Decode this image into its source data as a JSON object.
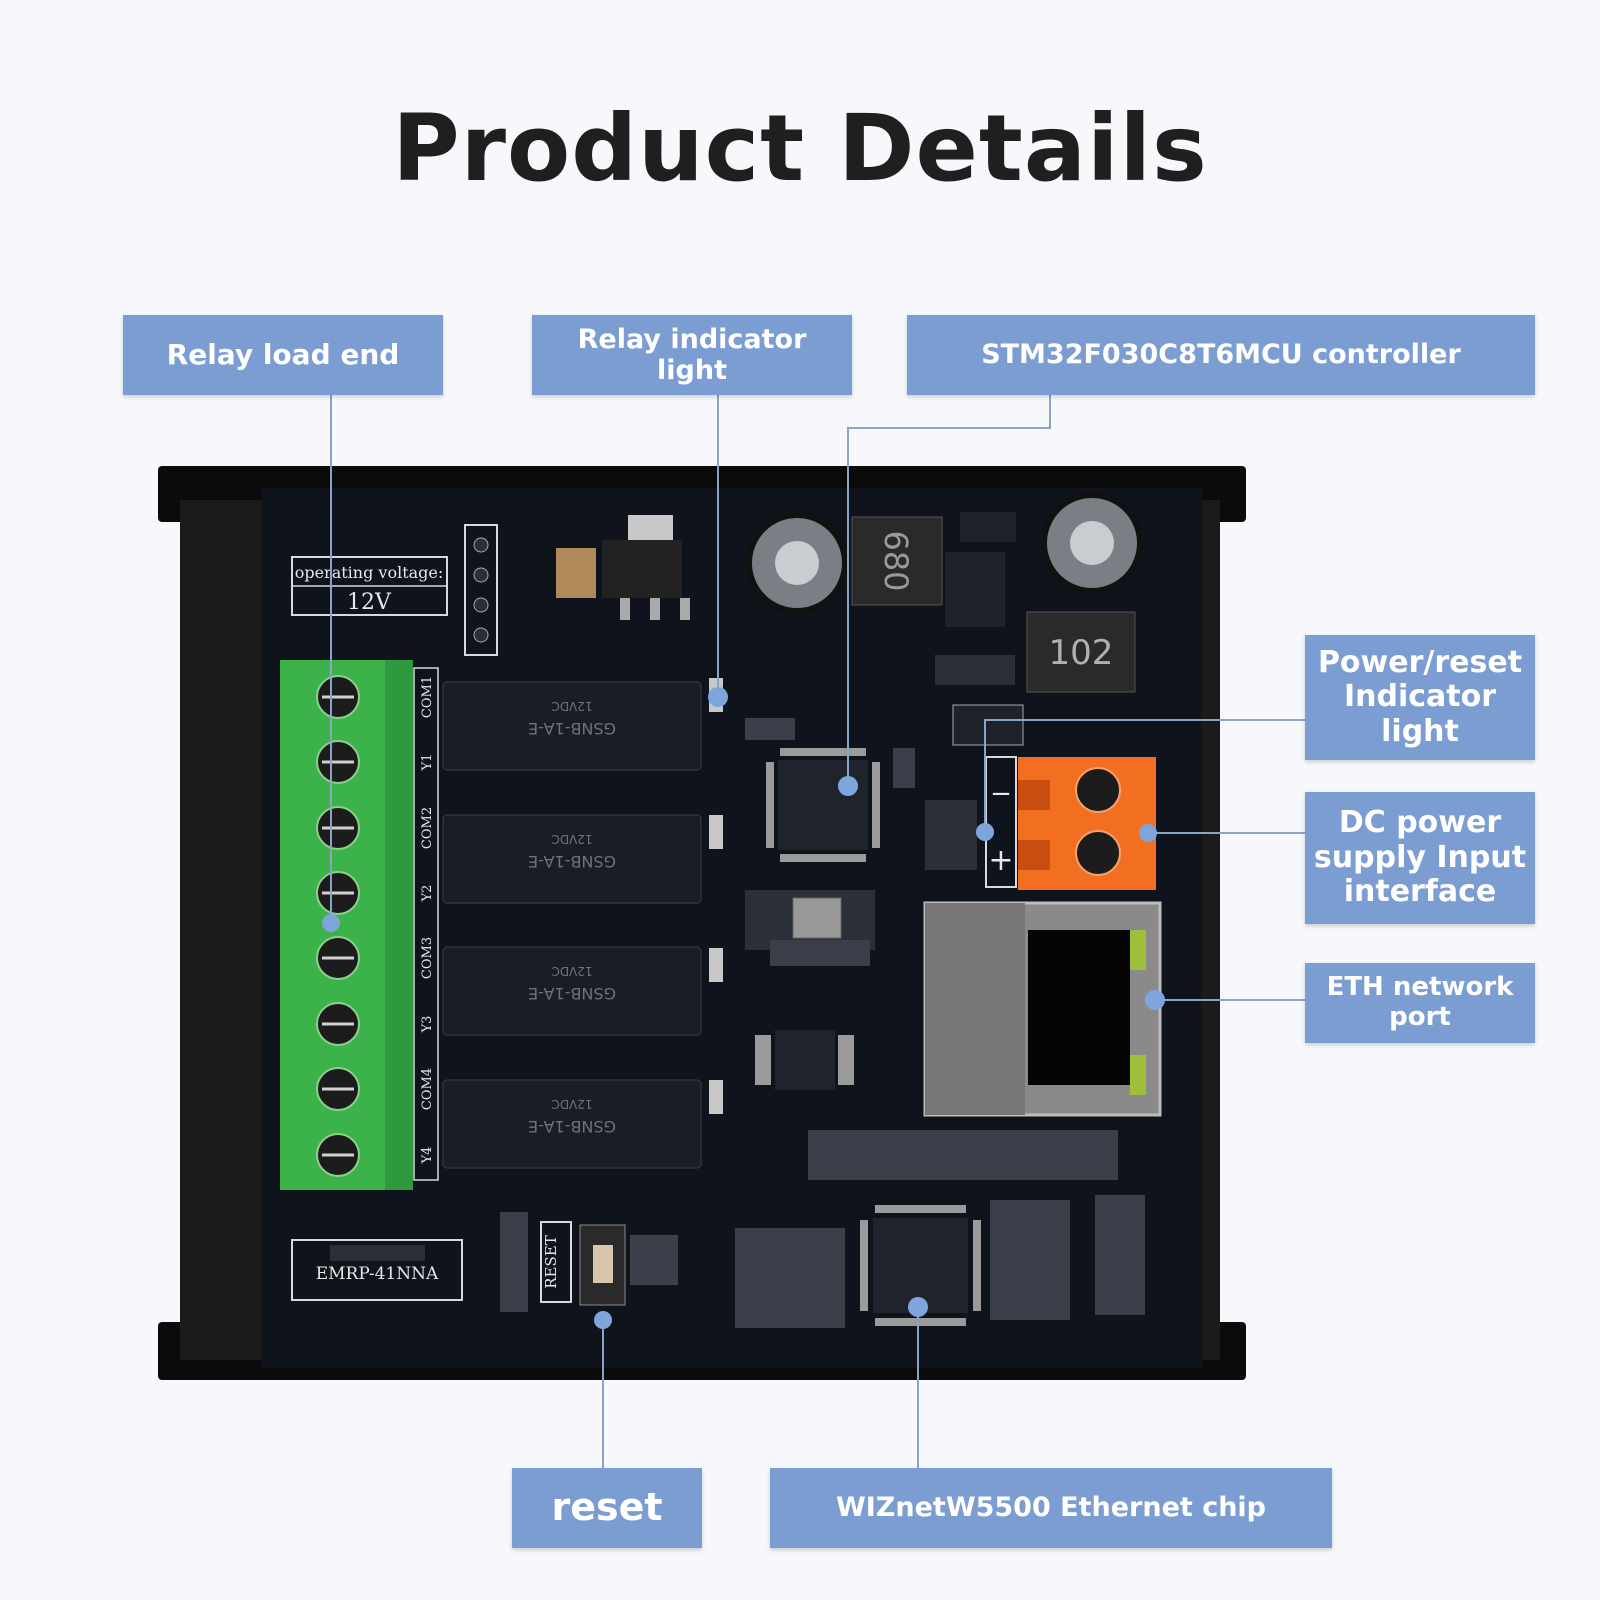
{
  "title": "Product Details",
  "callouts": {
    "relay_load_end": "Relay load end",
    "relay_indicator_light": "Relay indicator light",
    "mcu_controller": "STM32F030C8T6MCU controller",
    "power_reset_indicator": "Power/reset Indicator light",
    "dc_power_input": "DC power supply Input interface",
    "eth_port": "ETH network port",
    "reset": "reset",
    "ethernet_chip": "WIZnetW5500 Ethernet chip"
  },
  "board": {
    "voltage_label": "operating voltage:",
    "voltage_value": "12V",
    "model": "EMRP-41NNA",
    "inductor_1": "680",
    "inductor_2": "102",
    "reset_silk": "RESET",
    "terminal_labels": [
      "COM1",
      "Y1",
      "COM2",
      "Y2",
      "COM3",
      "Y3",
      "COM4",
      "Y4"
    ],
    "relay_text": "GSNB-1A-E",
    "relay_voltage": "12VDC",
    "power_minus": "−",
    "power_plus": "+"
  },
  "colors": {
    "callout_bg": "#7b9dd2",
    "pcb": "#0f131c",
    "terminal_green": "#3bb34a",
    "terminal_orange": "#f26f21"
  }
}
